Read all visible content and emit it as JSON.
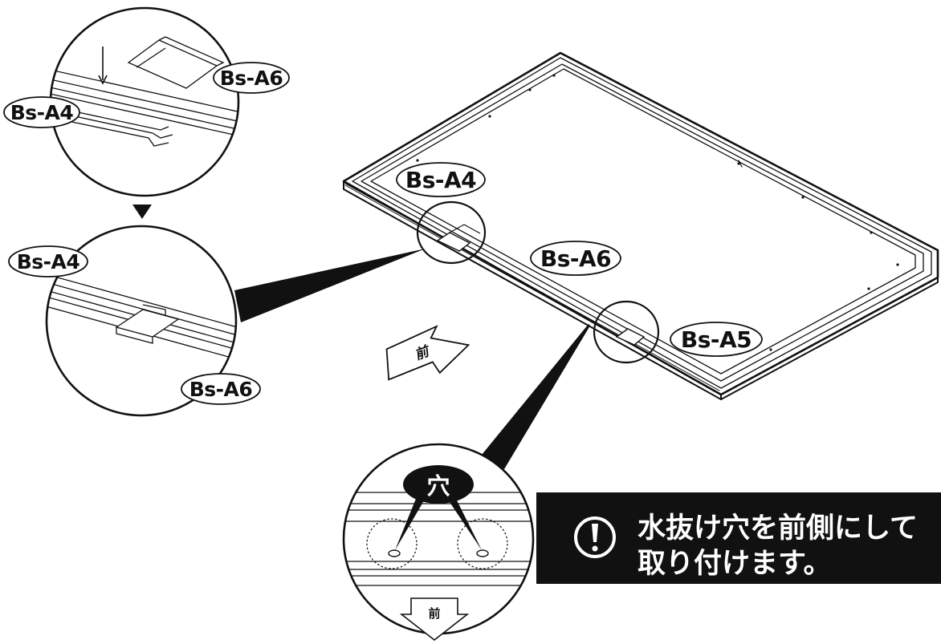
{
  "labels": {
    "detail_top_a6": "Bs-A6",
    "detail_top_a4": "Bs-A4",
    "detail_mid_a4": "Bs-A4",
    "detail_mid_a6": "Bs-A6",
    "frame_a4": "Bs-A4",
    "frame_a6": "Bs-A6",
    "frame_a5": "Bs-A5"
  },
  "front_arrow_label": "前",
  "hole_label": "穴",
  "bottom_front_label": "前",
  "notice": {
    "icon": "exclamation-icon",
    "line1": "水抜け穴を前側にして",
    "line2": "取り付けます。"
  }
}
